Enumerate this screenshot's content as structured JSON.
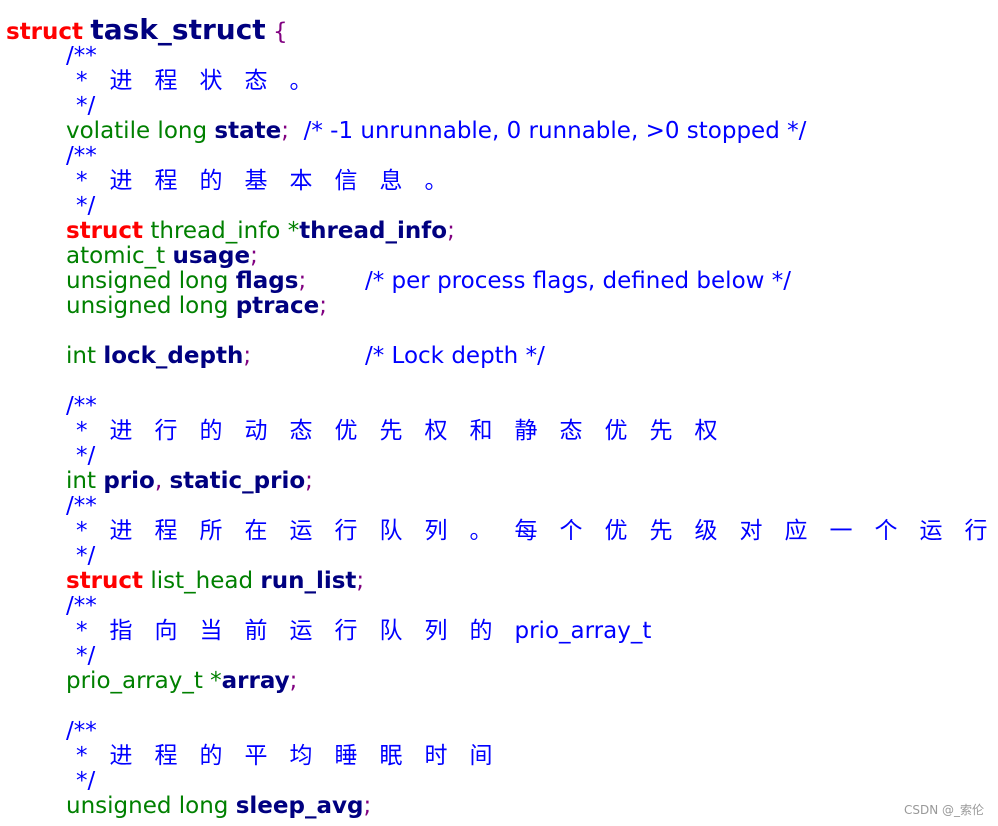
{
  "code": {
    "header": {
      "keyword": "struct",
      "name": "task_struct",
      "brace": "{"
    },
    "c1": {
      "open": "/**",
      "text": "*进程状态。",
      "close": "*/"
    },
    "state": {
      "type": "volatile long",
      "name": "state",
      "semi": ";",
      "comment": "/* -1 unrunnable, 0 runnable, >0 stopped */"
    },
    "c2": {
      "open": "/**",
      "text": "*进程的基本信息。",
      "close": "*/"
    },
    "thread_info": {
      "keyword": "struct",
      "type": "thread_info",
      "star": "*",
      "name": "thread_info",
      "semi": ";"
    },
    "usage": {
      "type": "atomic_t",
      "name": "usage",
      "semi": ";"
    },
    "flags": {
      "type": "unsigned long",
      "name": "flags",
      "semi": ";",
      "comment": "/* per process flags, defined below */"
    },
    "ptrace": {
      "type": "unsigned long",
      "name": "ptrace",
      "semi": ";"
    },
    "lock_depth": {
      "type": "int",
      "name": "lock_depth",
      "semi": ";",
      "comment": "/* Lock depth */"
    },
    "c3": {
      "open": "/**",
      "text": "*进行的动态优先权和静态优先权",
      "close": "*/"
    },
    "prio": {
      "type": "int",
      "name1": "prio",
      "comma": ",",
      "name2": "static_prio",
      "semi": ";"
    },
    "c4": {
      "open": "/**",
      "text": "*进程所在运行队列。每个优先级对应一个运行",
      "close": "*/"
    },
    "run_list": {
      "keyword": "struct",
      "type": "list_head",
      "name": "run_list",
      "semi": ";"
    },
    "c5": {
      "open": "/**",
      "text": "*指向当前运行队列的",
      "suffix": "prio_array_t",
      "close": "*/"
    },
    "array": {
      "type": "prio_array_t",
      "star": "*",
      "name": "array",
      "semi": ";"
    },
    "c6": {
      "open": "/**",
      "text": "*进程的平均睡眠时间",
      "close": "*/"
    },
    "sleep_avg": {
      "type": "unsigned long",
      "name": "sleep_avg",
      "semi": ";"
    }
  },
  "watermark": "CSDN @_索伦",
  "colors": {
    "keyword": "#ff0000",
    "type": "#008000",
    "identifier": "#000080",
    "punctuation": "#800080",
    "comment": "#0000ff"
  }
}
